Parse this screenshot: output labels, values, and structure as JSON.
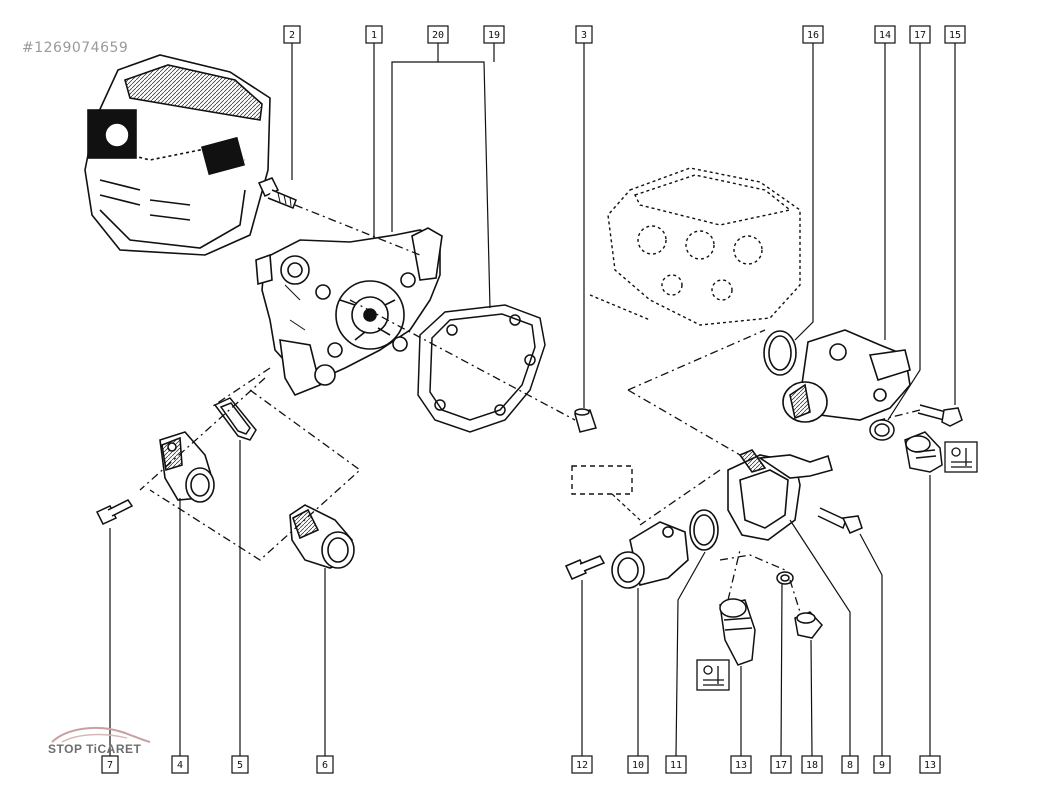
{
  "image_code": "#1269074659",
  "watermark_text": "STOP TiCARET",
  "callouts": {
    "top": [
      "2",
      "1",
      "20",
      "19",
      "3",
      "16",
      "14",
      "17",
      "15"
    ],
    "bottom": [
      "7",
      "4",
      "5",
      "6",
      "12",
      "10",
      "11",
      "13",
      "17",
      "18",
      "8",
      "9",
      "13"
    ]
  },
  "colors": {
    "line": "#1a1a1a",
    "background": "#ffffff",
    "watermark": "#9a9a9a"
  },
  "icons": [
    "engine-overview-icon",
    "temperature-sensor-symbol-icon"
  ]
}
